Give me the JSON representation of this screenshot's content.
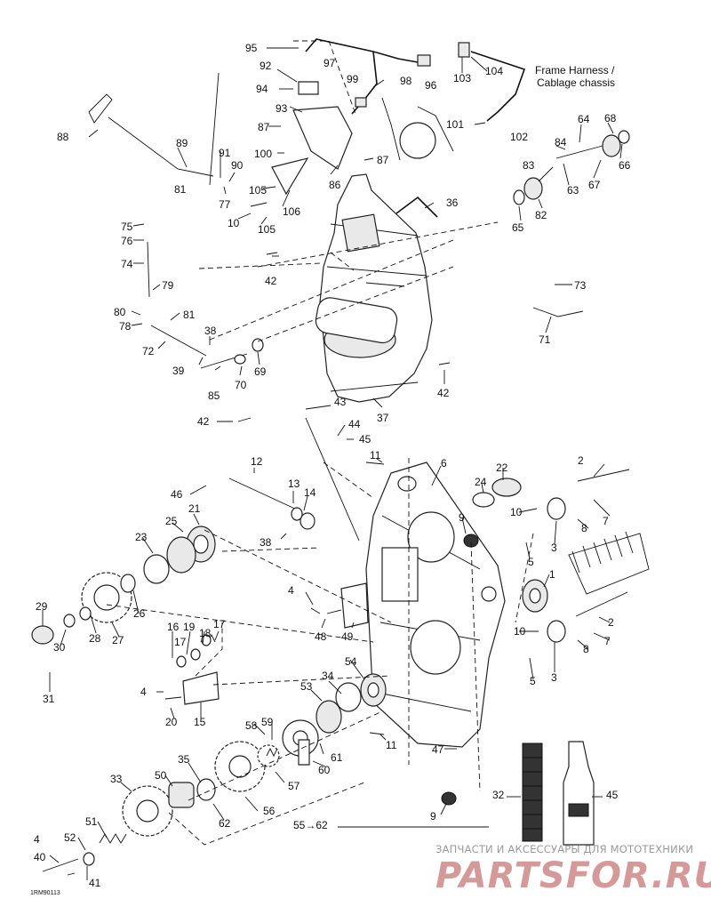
{
  "diagram": {
    "callouts": {
      "c1": "1",
      "c2": "2",
      "c3": "3",
      "c4": "4",
      "c5": "5",
      "c6": "6",
      "c7": "7",
      "c8": "8",
      "c9": "9",
      "c10": "10",
      "c11": "11",
      "c12": "12",
      "c13": "13",
      "c14": "14",
      "c15": "15",
      "c16": "16",
      "c17": "17",
      "c18": "18",
      "c19": "19",
      "c20": "20",
      "c21": "21",
      "c22": "22",
      "c23": "23",
      "c24": "24",
      "c25": "25",
      "c26": "26",
      "c27": "27",
      "c28": "28",
      "c29": "29",
      "c30": "30",
      "c31": "31",
      "c32": "32",
      "c33": "33",
      "c34": "34",
      "c35": "35",
      "c36": "36",
      "c37": "37",
      "c38": "38",
      "c39": "39",
      "c40": "40",
      "c41": "41",
      "c42": "42",
      "c43": "43",
      "c44": "44",
      "c45": "45",
      "c46": "46",
      "c47": "47",
      "c48": "48",
      "c49": "49",
      "c50": "50",
      "c51": "51",
      "c52": "52",
      "c53": "53",
      "c54": "54",
      "c55": "55→62",
      "c56": "56",
      "c57": "57",
      "c58": "58",
      "c59": "59",
      "c60": "60",
      "c61": "61",
      "c62": "62",
      "c63": "63",
      "c64": "64",
      "c65": "65",
      "c66": "66",
      "c67": "67",
      "c68": "68",
      "c69": "69",
      "c70": "70",
      "c71": "71",
      "c72": "72",
      "c73": "73",
      "c74": "74",
      "c75": "75",
      "c76": "76",
      "c77": "77",
      "c78": "78",
      "c79": "79",
      "c80": "80",
      "c81": "81",
      "c82": "82",
      "c83": "83",
      "c84": "84",
      "c85": "85",
      "c86": "86",
      "c87": "87",
      "c88": "88",
      "c89": "89",
      "c90": "90",
      "c91": "91",
      "c92": "92",
      "c93": "93",
      "c94": "94",
      "c95": "95",
      "c96": "96",
      "c97": "97",
      "c98": "98",
      "c99": "99",
      "c100": "100",
      "c101": "101",
      "c102": "102",
      "c103": "103",
      "c104": "104",
      "c105": "105",
      "c106": "106"
    },
    "annotation_line1": "Frame Harness /",
    "annotation_line2": "Cablage chassis",
    "drawing_code": "1RM90113"
  },
  "watermark": {
    "line1": "ЗАПЧАСТИ И АКСЕССУАРЫ ДЛЯ МОТОТЕХНИКИ",
    "line2": "PARTSFOR.RU"
  },
  "colors": {
    "ink": "#111111",
    "watermark_gray": "#9a9a9a",
    "watermark_red": "#d49a9a"
  }
}
